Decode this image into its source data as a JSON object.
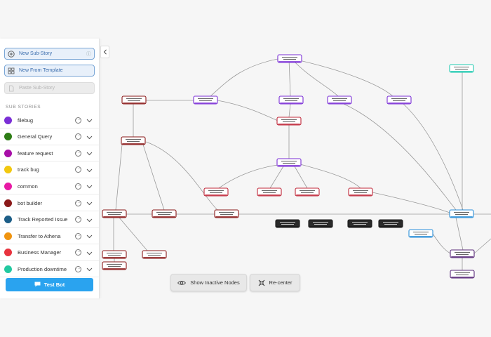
{
  "sidebar": {
    "new_sub_story": "New Sub-Story",
    "new_from_template": "New From Template",
    "paste_sub_story": "Paste Sub-Story",
    "sub_stories_title": "SUB STORIES",
    "stories": [
      {
        "name": "filebug",
        "color": "#7b2fd6"
      },
      {
        "name": "General Query",
        "color": "#2e7d16"
      },
      {
        "name": "feature request",
        "color": "#a80fa8"
      },
      {
        "name": "track bug",
        "color": "#f2c80f"
      },
      {
        "name": "common",
        "color": "#e81aa5"
      },
      {
        "name": "bot builder",
        "color": "#8b1a1a"
      },
      {
        "name": "Track Reported Issue",
        "color": "#1d5e87"
      },
      {
        "name": "Transfer to Athena",
        "color": "#f0940f"
      },
      {
        "name": "Business Manager",
        "color": "#e8333e"
      },
      {
        "name": "Production downtime",
        "color": "#22c9a0"
      }
    ],
    "test_bot": "Test Bot"
  },
  "toolbar": {
    "show_inactive": "Show Inactive Nodes",
    "recenter": "Re-center"
  },
  "icons": {
    "add": "plus-circle-icon",
    "template": "grid-icon",
    "paste": "document-icon",
    "info": "info-icon",
    "more": "ellipsis-circle-icon",
    "chevron": "chevron-down-icon",
    "collapse": "chevron-left-icon",
    "chat": "chat-icon",
    "eye": "eye-icon",
    "recenter": "arrows-inward-icon"
  }
}
